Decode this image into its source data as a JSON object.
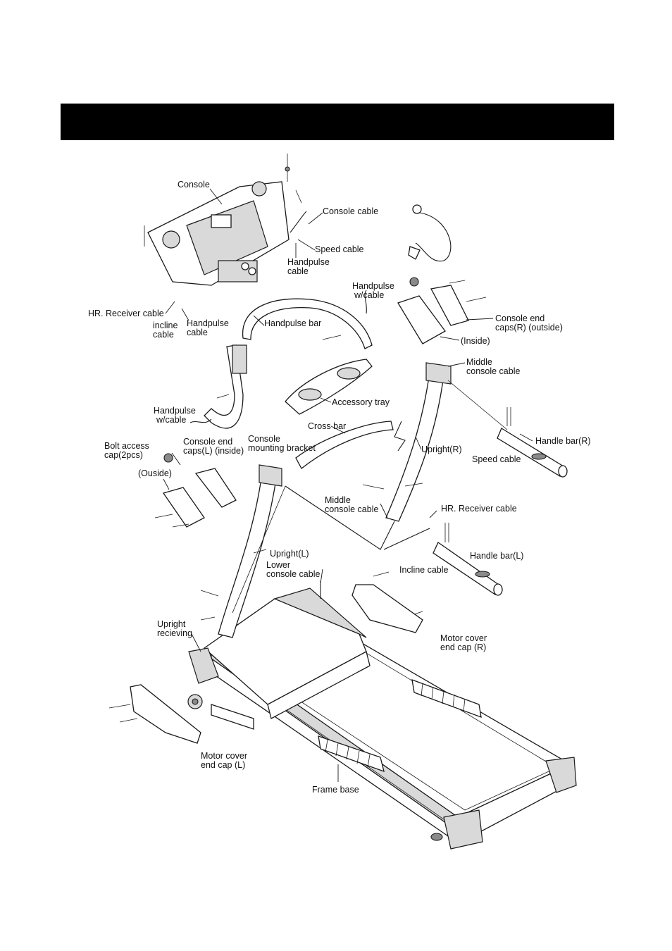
{
  "header": {
    "title": ""
  },
  "labels": {
    "console": "Console",
    "console_cable": "Console cable",
    "speed_cable_top": "Speed cable",
    "handpulse_cable_top_1": "Handpulse",
    "handpulse_cable_top_2": "cable",
    "hr_receiver_cable_top": "HR. Receiver cable",
    "incline_cable_top_1": "incline",
    "incline_cable_top_2": "cable",
    "handpulse_cable_left_1": "Handpulse",
    "handpulse_cable_left_2": "cable",
    "handpulse_bar": "Handpulse bar",
    "handpulse_wcable_right_1": "Handpulse",
    "handpulse_wcable_right_2": "w/cable",
    "console_end_caps_r_1": "Console end",
    "console_end_caps_r_2": "caps(R) (outside)",
    "inside_r": "(Inside)",
    "middle_console_cable_top_1": "Middle",
    "middle_console_cable_top_2": "console cable",
    "accessory_tray": "Accessory tray",
    "handpulse_wcable_left_1": "Handpulse",
    "handpulse_wcable_left_2": "w/cable",
    "cross_bar": "Cross bar",
    "upright_r": "Upright(R)",
    "handle_bar_r": "Handle bar(R)",
    "speed_cable_right": "Speed cable",
    "console_end_caps_l_1": "Console end",
    "console_end_caps_l_2": "caps(L) (inside)",
    "console_mounting_bracket_1": "Console",
    "console_mounting_bracket_2": "mounting bracket",
    "bolt_access_cap_1": "Bolt access",
    "bolt_access_cap_2": "cap(2pcs)",
    "outside_l": "(Ouside)",
    "middle_console_cable_lower_1": "Middle",
    "middle_console_cable_lower_2": "console cable",
    "hr_receiver_cable_right": "HR. Receiver cable",
    "handle_bar_l": "Handle bar(L)",
    "incline_cable_right": "Incline cable",
    "upright_l": "Upright(L)",
    "lower_console_cable_1": "Lower",
    "lower_console_cable_2": "console cable",
    "upright_receiving_1": "Upright",
    "upright_receiving_2": "recieving",
    "motor_cover_end_cap_r_1": "Motor cover",
    "motor_cover_end_cap_r_2": "end cap (R)",
    "motor_cover_end_cap_l_1": "Motor cover",
    "motor_cover_end_cap_l_2": "end cap (L)",
    "frame_base": "Frame base"
  }
}
